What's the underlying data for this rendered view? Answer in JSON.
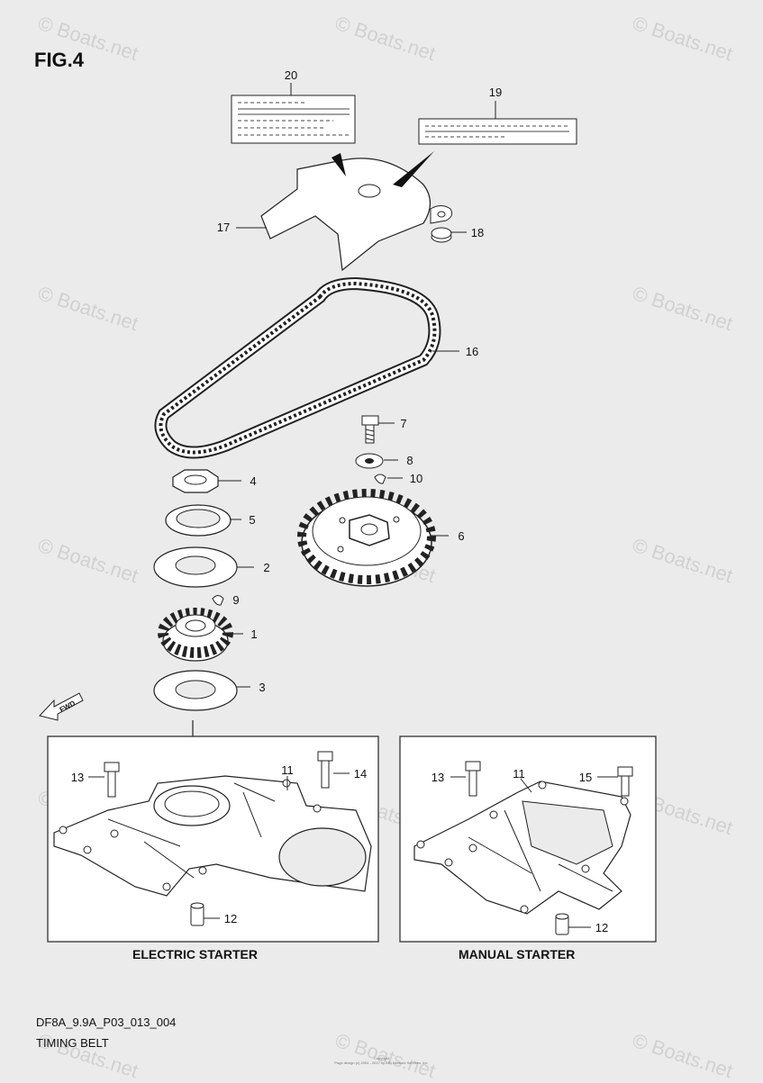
{
  "figure": {
    "title": "FIG.4",
    "code": "DF8A_9.9A_P03_013_004",
    "name": "TIMING BELT"
  },
  "boxes": {
    "left_label": "ELECTRIC STARTER",
    "right_label": "MANUAL STARTER"
  },
  "fwd_label": "FWD",
  "watermark_text": "© Boats.net",
  "copyright": {
    "line1": "Copyright",
    "line2": "Page design (c) 2004 - 2017 by ARI Network Services, Inc."
  },
  "callouts": {
    "c1": "1",
    "c2": "2",
    "c3": "3",
    "c4": "4",
    "c5": "5",
    "c6": "6",
    "c7": "7",
    "c8": "8",
    "c9": "9",
    "c10": "10",
    "c11a": "11",
    "c11b": "11",
    "c12a": "12",
    "c12b": "12",
    "c13a": "13",
    "c13b": "13",
    "c14": "14",
    "c15": "15",
    "c16": "16",
    "c17": "17",
    "c18": "18",
    "c19": "19",
    "c20": "20"
  }
}
